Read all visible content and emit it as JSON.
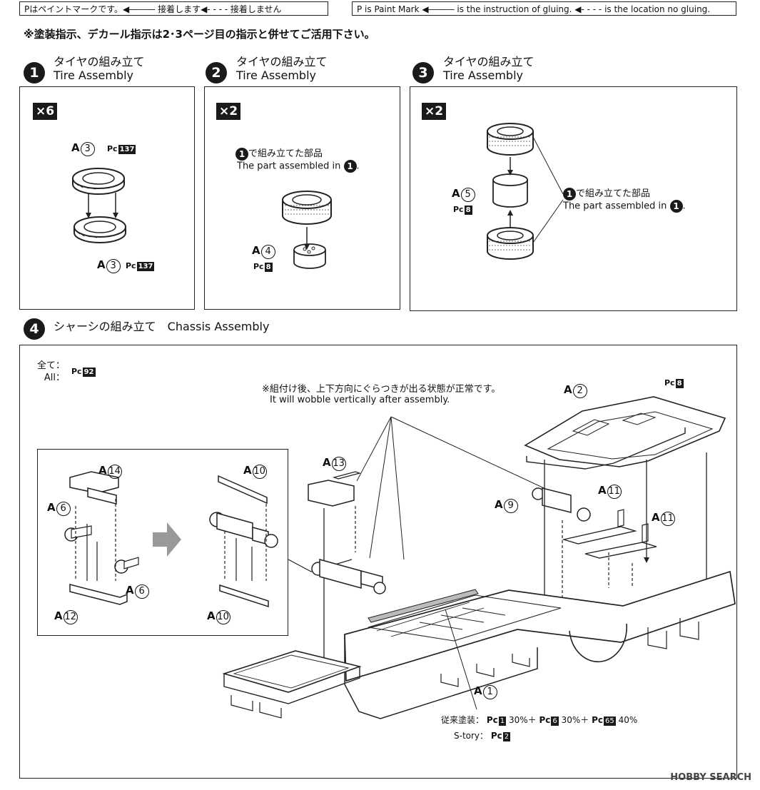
{
  "legend": {
    "jp": "Pはペイントマークです。◀――― 接着します◀- - - - 接着しません",
    "en": "P is Paint Mark ◀――― is the instruction of gluing. ◀- - - - is the location no gluing."
  },
  "top_note": "※塗装指示、デカール指示は2･3ページ目の指示と併せてご活用下さい。",
  "steps": [
    {
      "num": "1",
      "jp": "タイヤの組み立て",
      "en": "Tire Assembly",
      "qty": "×6"
    },
    {
      "num": "2",
      "jp": "タイヤの組み立て",
      "en": "Tire Assembly",
      "qty": "×2"
    },
    {
      "num": "3",
      "jp": "タイヤの組み立て",
      "en": "Tire Assembly",
      "qty": "×2"
    },
    {
      "num": "4",
      "title": "シャーシの組み立て　Chassis Assembly"
    }
  ],
  "step1": {
    "part_top": {
      "letter": "A",
      "num": "3",
      "pc_prefix": "Pc",
      "color": "137"
    },
    "part_bottom": {
      "letter": "A",
      "num": "3",
      "pc_prefix": "Pc",
      "color": "137"
    }
  },
  "step2": {
    "ref_jp": "で組み立てた部品",
    "ref_en": "The part assembled in",
    "ref_num": "1",
    "part": {
      "letter": "A",
      "num": "4",
      "pc_prefix": "Pc",
      "color": "8"
    }
  },
  "step3": {
    "ref_jp": "で組み立てた部品",
    "ref_en": "The part assembled in",
    "ref_num": "1",
    "part": {
      "letter": "A",
      "num": "5",
      "pc_prefix": "Pc",
      "color": "8"
    }
  },
  "step4": {
    "all_jp": "全て：",
    "all_en": "All：",
    "all_pc": {
      "prefix": "Pc",
      "color": "92"
    },
    "wobble_jp": "※組付け後、上下方向にぐらつきが出る状態が正常です。",
    "wobble_en": "It will wobble vertically after assembly.",
    "parts": {
      "a2": {
        "letter": "A",
        "num": "2"
      },
      "a2_pc": {
        "prefix": "Pc",
        "color": "8"
      },
      "a14": {
        "letter": "A",
        "num": "14"
      },
      "a6a": {
        "letter": "A",
        "num": "6"
      },
      "a6b": {
        "letter": "A",
        "num": "6"
      },
      "a12": {
        "letter": "A",
        "num": "12"
      },
      "a10a": {
        "letter": "A",
        "num": "10"
      },
      "a10b": {
        "letter": "A",
        "num": "10"
      },
      "a13": {
        "letter": "A",
        "num": "13"
      },
      "a9": {
        "letter": "A",
        "num": "9"
      },
      "a11a": {
        "letter": "A",
        "num": "11"
      },
      "a11b": {
        "letter": "A",
        "num": "11"
      },
      "a1": {
        "letter": "A",
        "num": "1"
      }
    },
    "paint_traditional": {
      "label": "従来塗装：",
      "c1": "1",
      "p1": "30%",
      "c2": "6",
      "p2": "30%",
      "c3": "65",
      "p3": "40%",
      "plus": "＋",
      "prefix": "Pc"
    },
    "paint_story": {
      "label": "S-tory：",
      "prefix": "Pc",
      "color": "2"
    }
  },
  "watermark": "HOBBY SEARCH"
}
